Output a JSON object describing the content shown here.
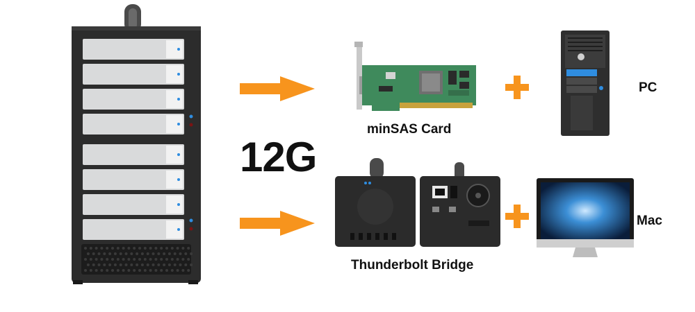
{
  "speed_label": "12G",
  "card_label": "minSAS Card",
  "pc_label": "PC",
  "mac_label": "Mac",
  "bridge_label": "Thunderbolt Bridge",
  "colors": {
    "arrow": "#f7941d",
    "enclosure": "#2b2b2b",
    "drive_tray": "#d9dadb",
    "pcb": "#3f8a5c",
    "led_blue": "#2f8de0"
  },
  "icons": [
    "arrow-right-icon",
    "plus-icon",
    "drive-enclosure-image",
    "sas-card-image",
    "tower-pc-image",
    "thunderbolt-bridge-image",
    "imac-image"
  ]
}
